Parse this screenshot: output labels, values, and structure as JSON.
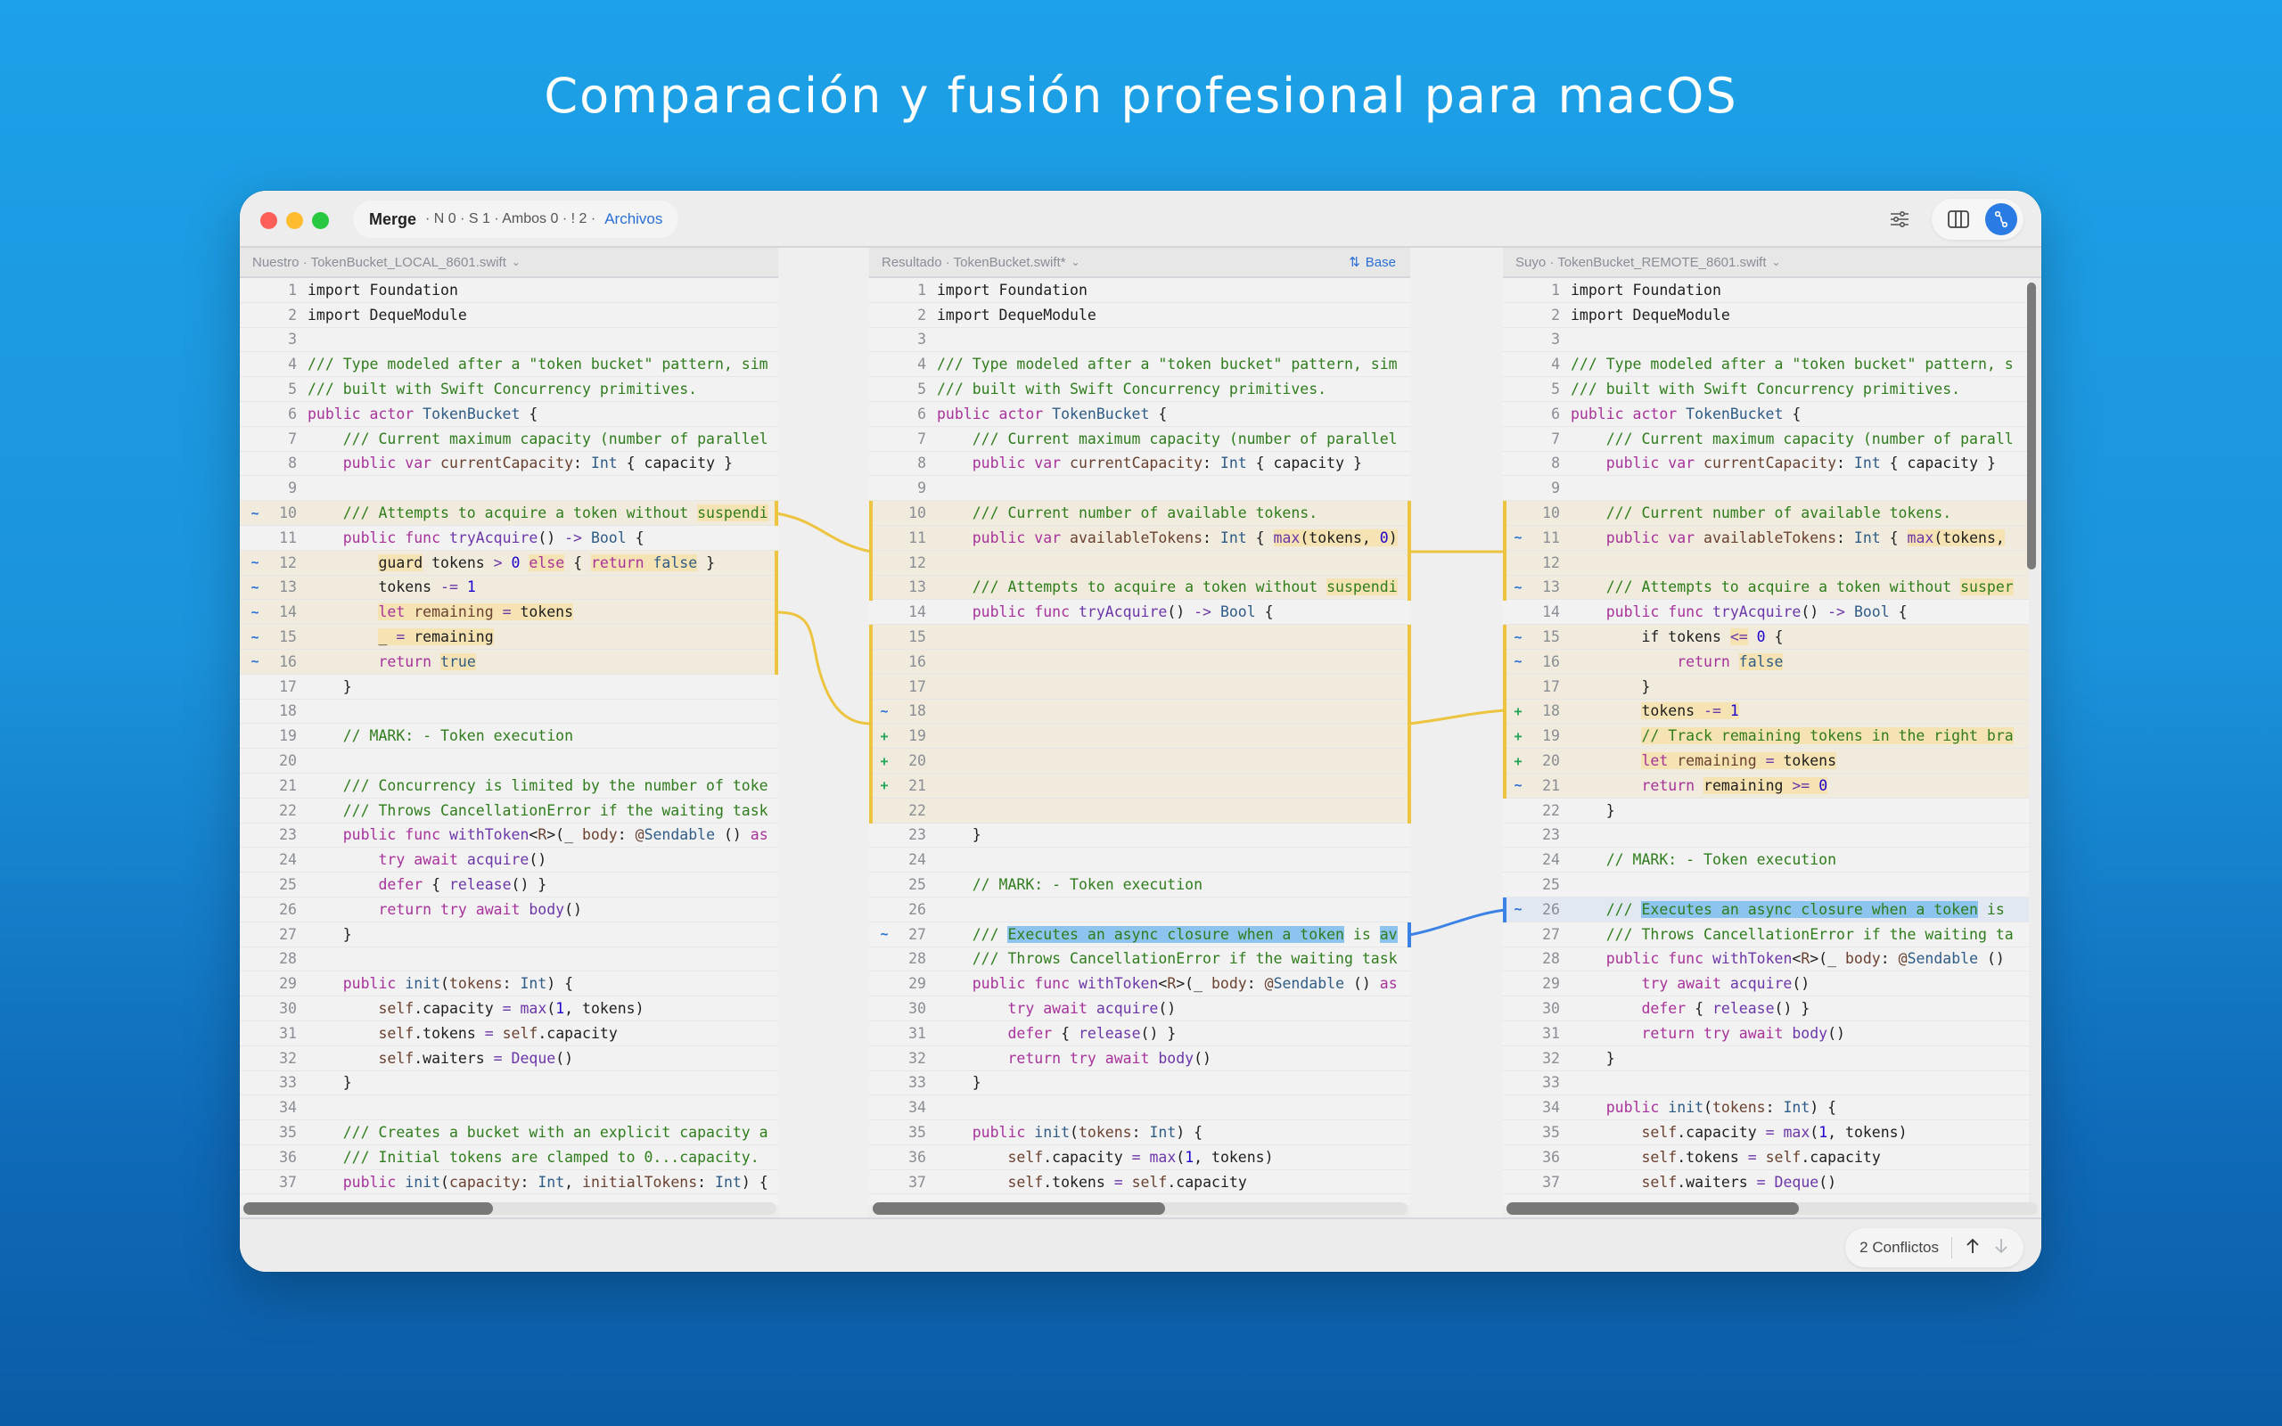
{
  "headline": "Comparación y fusión profesional para macOS",
  "titlebar": {
    "title": "Merge",
    "stats": "· N 0 · S 1 · Ambos 0 · ! 2 ·",
    "files_link": "Archivos",
    "icons": [
      "sliders-icon",
      "columns-icon",
      "merge-branch-icon"
    ]
  },
  "panes": {
    "left": {
      "header": "Nuestro · TokenBucket_LOCAL_8601.swift"
    },
    "center": {
      "header": "Resultado · TokenBucket.swift*",
      "base_button": "Base"
    },
    "right": {
      "header": "Suyo · TokenBucket_REMOTE_8601.swift"
    }
  },
  "colors": {
    "accent": "#2b7be4",
    "conflict_bar": "#ecc440",
    "change_bg": "#f0ebdc",
    "selection": "#8cc4ef"
  },
  "status": {
    "conflicts": "2 Conflictos",
    "prev_icon": "arrow-up-icon",
    "next_icon": "arrow-down-icon"
  }
}
